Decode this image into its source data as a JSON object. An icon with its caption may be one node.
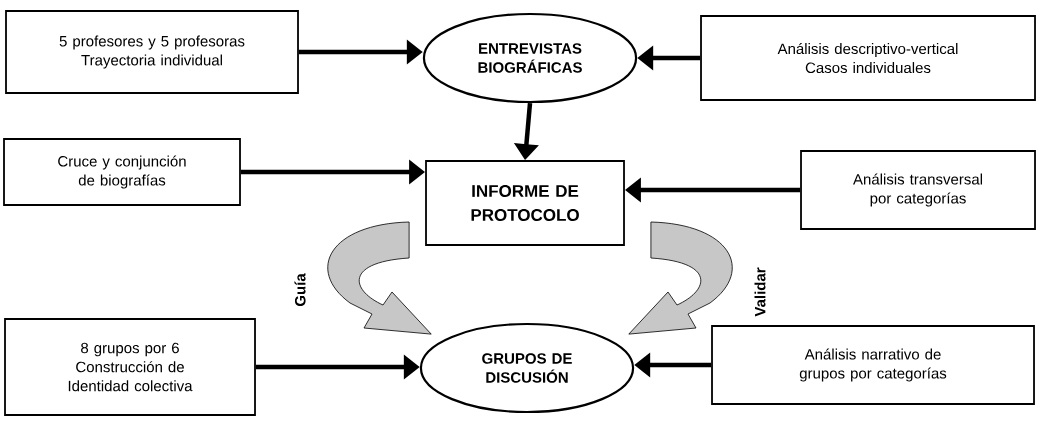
{
  "diagram": {
    "nodes": [
      {
        "text": [
          "5 profesores y 5 profesoras",
          "Trayectoria individual"
        ]
      },
      {
        "text": [
          "ENTREVISTAS BIOGRÁFICAS"
        ]
      },
      {
        "text": [
          "Análisis descriptivo-vertical",
          "Casos individuales"
        ]
      },
      {
        "text": [
          "Cruce y conjunción de biografías"
        ]
      },
      {
        "text": [
          "INFORME DE PROTOCOLO"
        ]
      },
      {
        "text": [
          "Análisis transversal por categorías"
        ]
      },
      {
        "text": [
          "8 grupos por 6",
          "Construcción de Identidad colectiva"
        ]
      },
      {
        "text": [
          "GRUPOS DE DISCUSIÓN"
        ]
      },
      {
        "text": [
          "Análisis narrativo de grupos por categorías"
        ]
      }
    ],
    "edges": [
      {
        "from": 0,
        "to": 1,
        "arrow": "to"
      },
      {
        "from": 2,
        "to": 1,
        "arrow": "to"
      },
      {
        "from": 1,
        "to": 4,
        "arrow": "to"
      },
      {
        "from": 3,
        "to": 4,
        "arrow": "to"
      },
      {
        "from": 5,
        "to": 4,
        "arrow": "to"
      },
      {
        "from": 4,
        "to": 7,
        "label": "Guía",
        "arrow": "to"
      },
      {
        "from": 4,
        "to": 7,
        "label": "Validar",
        "arrow": "to"
      },
      {
        "from": 6,
        "to": 7,
        "arrow": "to"
      },
      {
        "from": 8,
        "to": 7,
        "arrow": "to"
      }
    ]
  }
}
